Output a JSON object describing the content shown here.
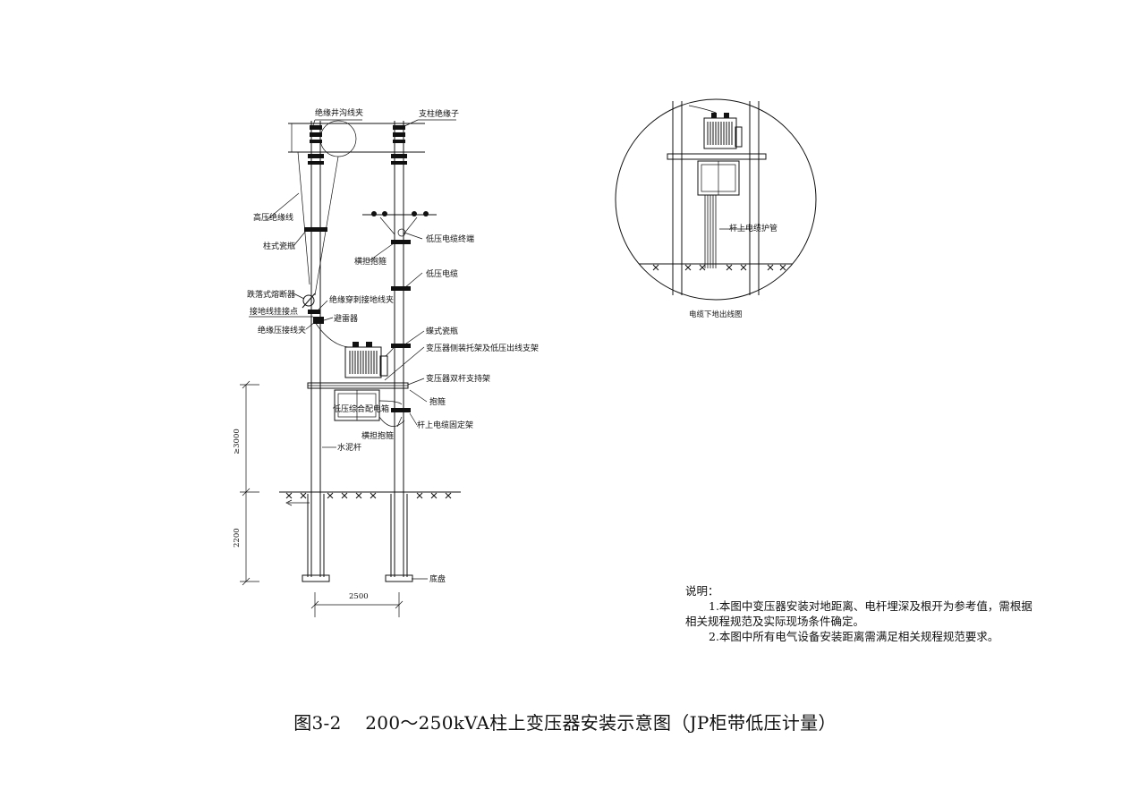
{
  "labels": {
    "insulated_clamp": "绝缘井沟线夹",
    "post_insulator": "支柱绝缘子",
    "hv_insulated_wire": "高压绝缘线",
    "pin_insulator": "柱式瓷瓶",
    "crossarm_hoop": "横担抱箍",
    "lv_cable_terminal": "低压电缆终端",
    "lv_cable": "低压电缆",
    "drop_fuse": "跌落式熔断器",
    "ground_hook_point": "接地线挂接点",
    "piercing_ground_clamp": "绝缘穿刺接地线夹",
    "arrester": "避雷器",
    "insulated_connector": "绝缘压接线夹",
    "butterfly_insulator": "蝶式瓷瓶",
    "side_bracket": "变压器侧装托架及低压出线支架",
    "double_pole_frame": "变压器双杆支持架",
    "hoop": "抱箍",
    "jp_cabinet": "低压综合配电箱",
    "pole_cable_bracket": "杆上电缆固定架",
    "crossarm_hoop_lower": "横担抱箍",
    "concrete_pole": "水泥杆",
    "base_plate": "底盘",
    "pole_cable_pipe": "杆上电缆护管"
  },
  "dimensions": {
    "height": "≥3000",
    "depth": "2200",
    "spacing": "2500"
  },
  "detail_caption": "电缆下地出线图",
  "notes": {
    "heading": "说明：",
    "line1": "1.本图中变压器安装对地距离、电杆埋深及根开为参考值，需根据",
    "line2": "相关规程规范及实际现场条件确定。",
    "line3": "2.本图中所有电气设备安装距离需满足相关规程规范要求。"
  },
  "title": "图3-2    200～250kVA柱上变压器安装示意图（JP柜带低压计量）"
}
